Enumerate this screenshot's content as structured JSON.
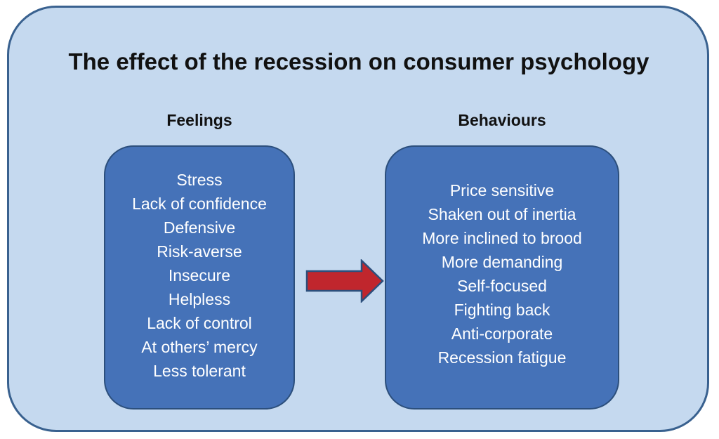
{
  "diagram": {
    "title": "The effect of the recession on consumer psychology",
    "feelings": {
      "heading": "Feelings",
      "items": [
        "Stress",
        "Lack of confidence",
        "Defensive",
        "Risk-averse",
        "Insecure",
        "Helpless",
        "Lack of control",
        "At others’ mercy",
        "Less tolerant"
      ]
    },
    "behaviours": {
      "heading": "Behaviours",
      "items": [
        "Price sensitive",
        "Shaken out of inertia",
        "More inclined to brood",
        "More demanding",
        "Self-focused",
        "Fighting back",
        "Anti-corporate",
        "Recession fatigue"
      ]
    },
    "arrow_icon": "right-arrow-icon"
  },
  "colors": {
    "panel_fill": "#c5d9ef",
    "panel_border": "#39618f",
    "box_fill": "#4572b8",
    "box_border": "#2c4f7c",
    "box_text": "#ffffff",
    "arrow_fill": "#c0262d",
    "arrow_border": "#2c4f7c"
  }
}
